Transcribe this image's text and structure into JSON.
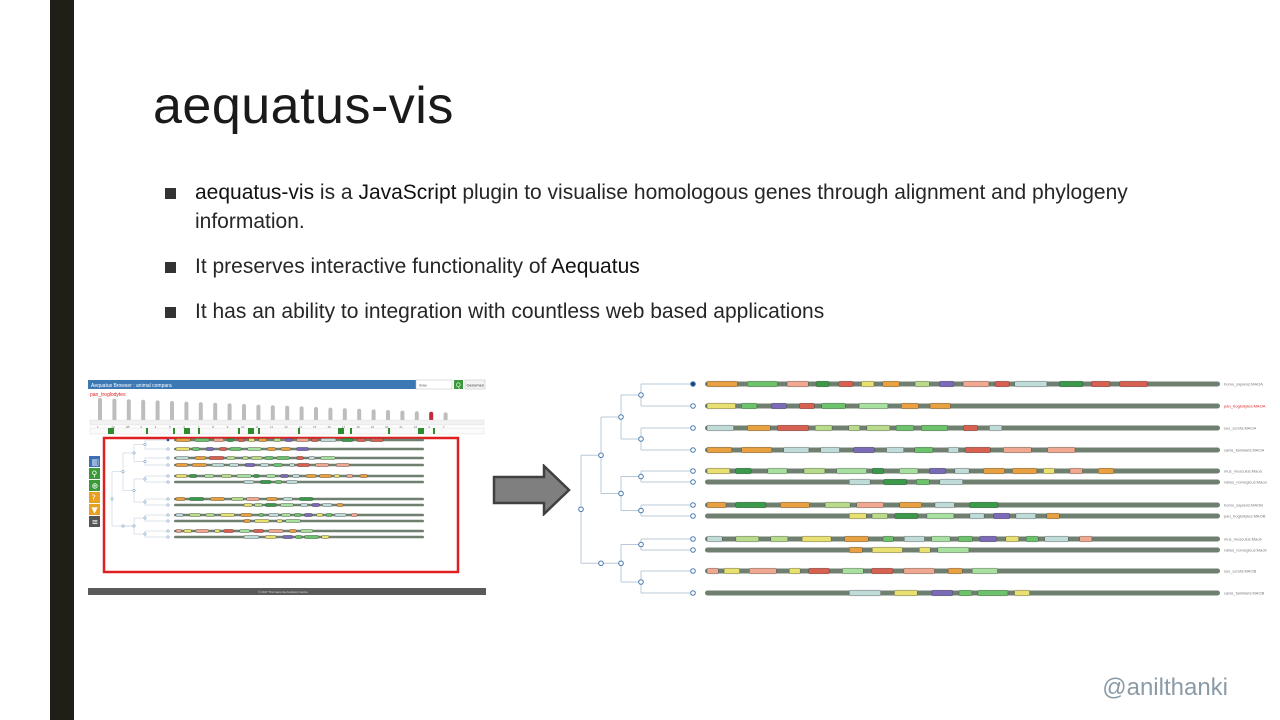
{
  "slide": {
    "title": "aequatus-vis",
    "bullets": [
      {
        "parts": [
          {
            "text": "aequatus-vis",
            "emphasis": true
          },
          {
            "text": " is a ",
            "emphasis": false
          },
          {
            "text": "JavaScript",
            "emphasis": true
          },
          {
            "text": " plugin to visualise homologous genes through alignment and phylogeny information.",
            "emphasis": false
          }
        ]
      },
      {
        "parts": [
          {
            "text": "It preserves interactive functionality of ",
            "emphasis": false
          },
          {
            "text": "Aequatus",
            "emphasis": true
          }
        ]
      },
      {
        "parts": [
          {
            "text": "It has an ability to integration with countless web based applications",
            "emphasis": false
          }
        ]
      }
    ],
    "handle": "@anilthanki"
  },
  "left_screenshot": {
    "header_title": "Aequatus Browser : animal compara",
    "species_label": "pan_troglodytes",
    "search_value": "mao",
    "search_button": "Q",
    "genomes_button": "Genomes",
    "footer_text": "© 2017 The Genome Analysis Centre",
    "chromosomes": [
      "1",
      "2A",
      "2B",
      "3",
      "4",
      "5",
      "6",
      "7",
      "8",
      "9",
      "10",
      "11",
      "12",
      "13",
      "14",
      "15",
      "16",
      "17",
      "18",
      "19",
      "20",
      "21",
      "22",
      "X",
      "Y"
    ],
    "tool_icons": [
      {
        "name": "bar-chart-icon",
        "glyph": "▥",
        "color": "#3b6fb6"
      },
      {
        "name": "search-icon",
        "glyph": "⚲",
        "color": "#3a9a3a"
      },
      {
        "name": "share-icon",
        "glyph": "⊕",
        "color": "#3a9a3a"
      },
      {
        "name": "help-icon",
        "glyph": "?",
        "color": "#e8a020"
      },
      {
        "name": "filter-icon",
        "glyph": "▼",
        "color": "#e8a020"
      },
      {
        "name": "menu-icon",
        "glyph": "≡",
        "color": "#555555"
      }
    ],
    "highlight_color": "#e02020"
  },
  "right_screenshot": {
    "genes": [
      {
        "label": "homo_sapiens:MAOA",
        "highlight": false
      },
      {
        "label": "pan_troglodytes:MAOA",
        "highlight": true
      },
      {
        "label": "sus_scrofa:MAOA",
        "highlight": false
      },
      {
        "label": "canis_familiaris:MAOA",
        "highlight": false
      },
      {
        "label": "mus_musculus:Maoa",
        "highlight": false
      },
      {
        "label": "rattus_norvegicus:Maoa",
        "highlight": false
      },
      {
        "label": "homo_sapiens:MAOB",
        "highlight": false
      },
      {
        "label": "pan_troglodytes:MAOB",
        "highlight": false
      },
      {
        "label": "mus_musculus:Maob",
        "highlight": false
      },
      {
        "label": "rattus_norvegicus:Maob",
        "highlight": false
      },
      {
        "label": "sus_scrofa:MAOB",
        "highlight": false
      },
      {
        "label": "canis_familiaris:MAOB",
        "highlight": false
      }
    ],
    "highlight_label_color": "#e02020",
    "exon_colors": [
      "#e8a040",
      "#6cc36c",
      "#a8e0a0",
      "#c0dcd8",
      "#d86050",
      "#7a6ab8",
      "#f0a890",
      "#e8e070",
      "#b8dc8c",
      "#3a9a4a"
    ]
  }
}
